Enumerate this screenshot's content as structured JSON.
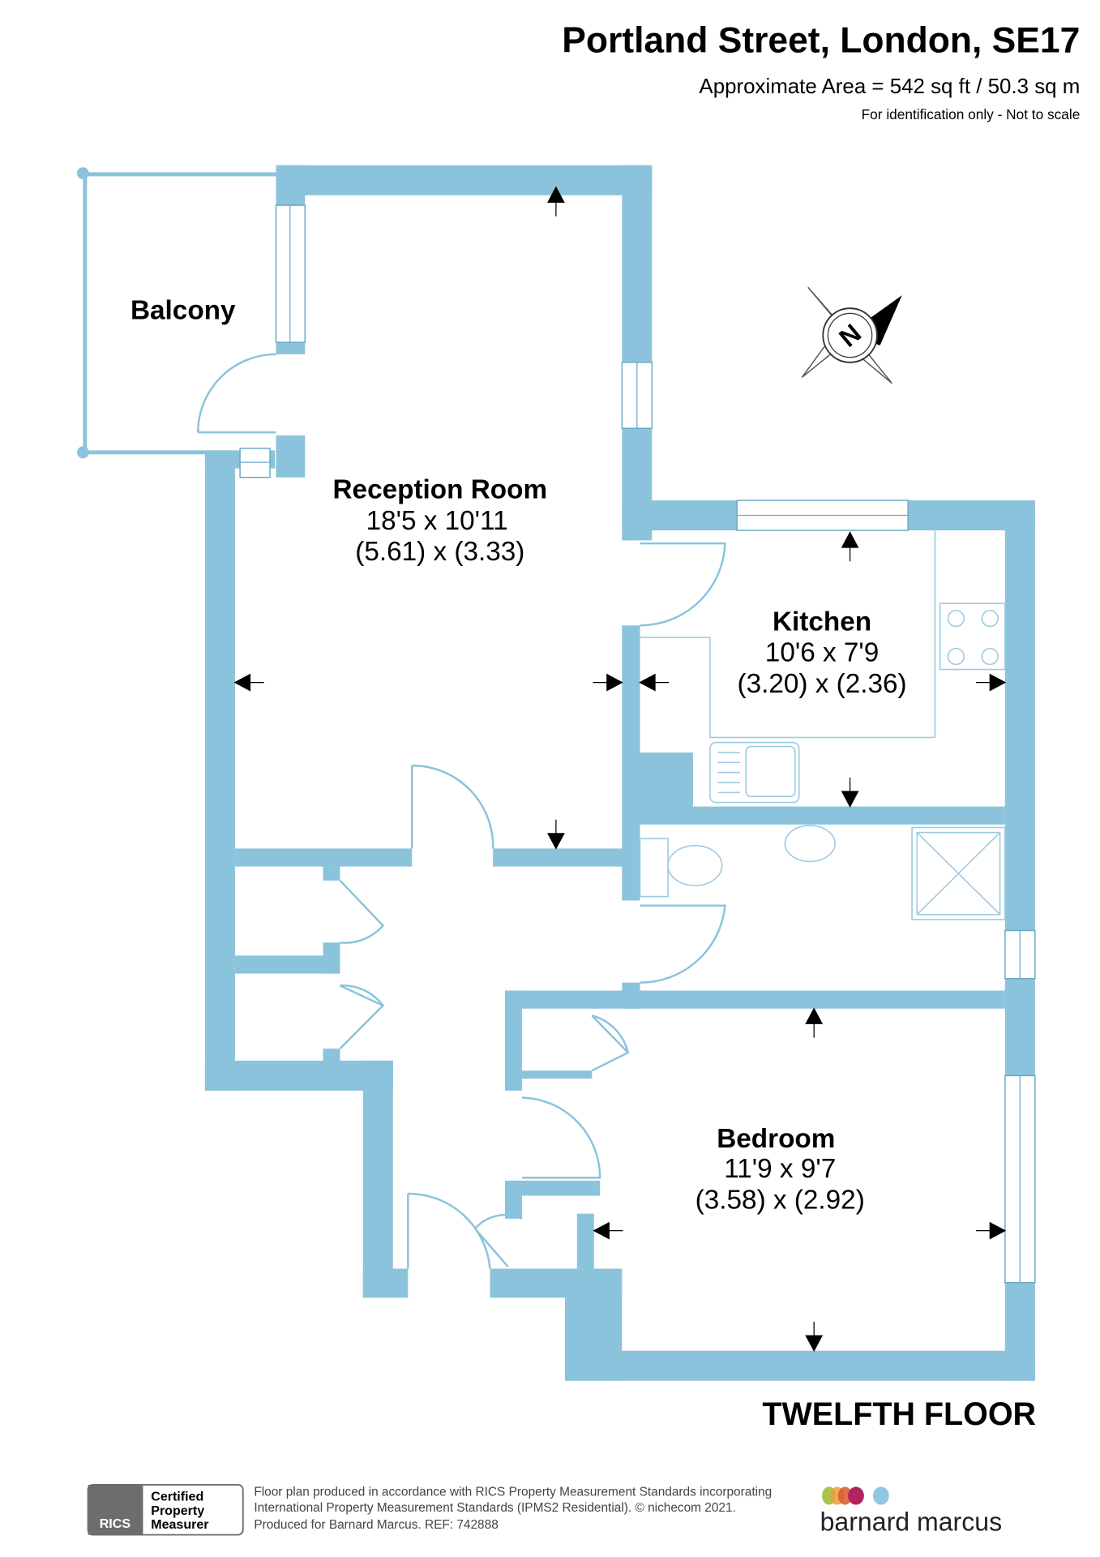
{
  "header": {
    "title": "Portland Street, London, SE17",
    "area": "Approximate Area = 542 sq ft / 50.3 sq m",
    "disclaimer": "For identification only - Not to scale"
  },
  "rooms": [
    {
      "name": "Balcony"
    },
    {
      "name": "Reception Room",
      "imperial": "18'5 x 10'11",
      "metric": "(5.61) x (3.33)"
    },
    {
      "name": "Kitchen",
      "imperial": "10'6 x 7'9",
      "metric": "(3.20) x (2.36)"
    },
    {
      "name": "Bedroom",
      "imperial": "11'9 x 9'7",
      "metric": "(3.58) x (2.92)"
    }
  ],
  "compass": {
    "label": "N"
  },
  "floor_label": "TWELFTH FLOOR",
  "footer": {
    "rics_badge": "RICS",
    "cert_lines": [
      "Certified",
      "Property",
      "Measurer"
    ],
    "notes": [
      "Floor plan produced in accordance with RICS Property Measurement Standards incorporating",
      "International Property Measurement Standards (IPMS2 Residential).   © nichecom 2021.",
      "Produced for Barnard Marcus.   REF:  742888"
    ],
    "brand": "barnard marcus"
  },
  "colors": {
    "wall": "#8bc3dc",
    "dots": [
      "#9bbf3a",
      "#e6a03a",
      "#d9572b",
      "#b2245f",
      "#8fc6e0"
    ]
  }
}
